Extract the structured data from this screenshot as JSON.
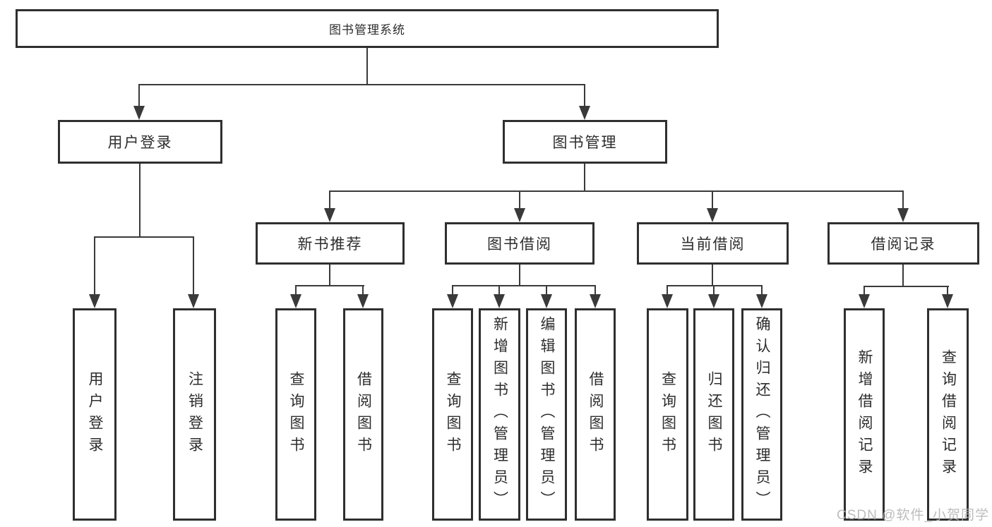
{
  "diagram": {
    "root": {
      "label": "图书管理系统"
    },
    "level2": [
      {
        "label": "用户登录"
      },
      {
        "label": "图书管理"
      }
    ],
    "level3": [
      {
        "label": "新书推荐"
      },
      {
        "label": "图书借阅"
      },
      {
        "label": "当前借阅"
      },
      {
        "label": "借阅记录"
      }
    ],
    "leaves": {
      "user_login": [
        "用户登录",
        "注销登录"
      ],
      "new_book_recommend": [
        "查询图书",
        "借阅图书"
      ],
      "book_borrow": [
        "查询图书",
        "新增图书（管理员）",
        "编辑图书（管理员）",
        "借阅图书"
      ],
      "current_borrow": [
        "查询图书",
        "归还图书",
        "确认归还（管理员）"
      ],
      "borrow_records": [
        "新增借阅记录",
        "查询借阅记录"
      ]
    }
  },
  "watermark": "CSDN @软件_小贺同学",
  "colors": {
    "box_border": "#2f2f2f",
    "line": "#3a3a3a",
    "text": "#2d2d2d",
    "background": "#ffffff",
    "watermark": "#b2b2b2"
  }
}
